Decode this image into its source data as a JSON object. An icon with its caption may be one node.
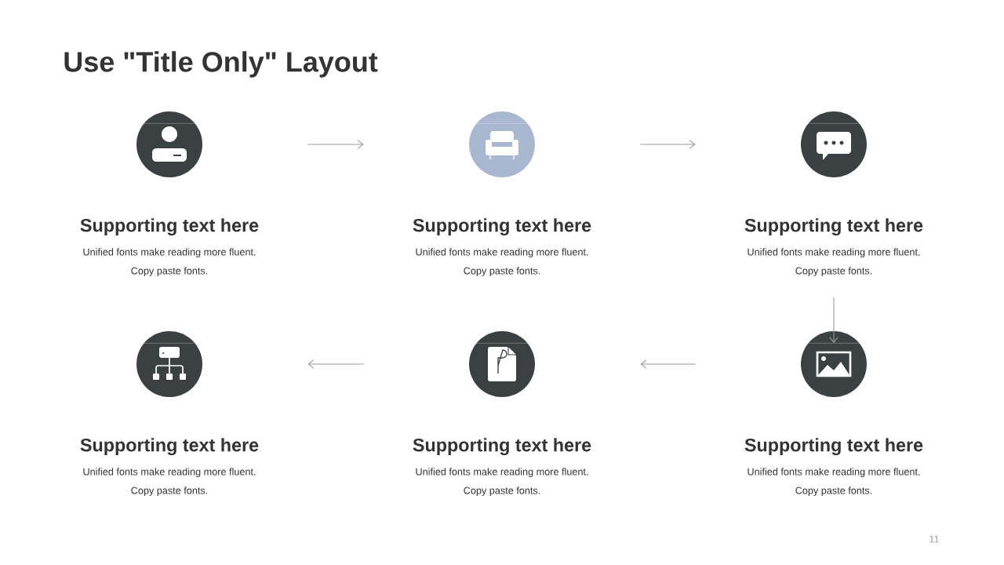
{
  "diagram": {
    "title": "Use \"Title Only\" Layout",
    "nodes": [
      {
        "text": [
          "Supporting text here",
          "Unified  fonts make reading more fluent. Copy paste fonts."
        ]
      },
      {
        "text": [
          "Supporting text here",
          "Unified  fonts make reading more fluent. Copy paste fonts."
        ]
      },
      {
        "text": [
          "Supporting text here",
          "Unified  fonts make reading more fluent. Copy paste fonts."
        ]
      },
      {
        "text": [
          "Supporting text here",
          "Unified  fonts make reading more fluent. Copy paste fonts."
        ]
      },
      {
        "text": [
          "Supporting text here",
          "Unified  fonts make reading more fluent. Copy paste fonts."
        ]
      },
      {
        "text": [
          "Supporting text here",
          "Unified  fonts make reading more fluent. Copy paste fonts."
        ]
      }
    ],
    "edges": [
      {
        "from": 0,
        "to": 1,
        "arrow": "to"
      },
      {
        "from": 1,
        "to": 2,
        "arrow": "to"
      },
      {
        "from": 2,
        "to": 5,
        "arrow": "to"
      },
      {
        "from": 5,
        "to": 4,
        "arrow": "to"
      },
      {
        "from": 4,
        "to": 3,
        "arrow": "to"
      }
    ],
    "labels": [
      "11"
    ]
  }
}
